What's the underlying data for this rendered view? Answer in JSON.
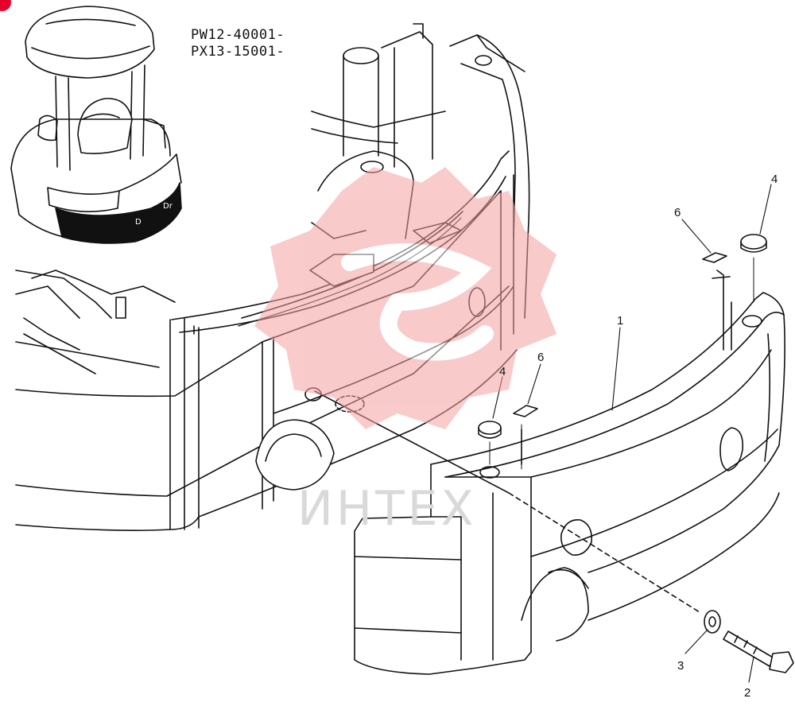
{
  "header": {
    "serial_line_1": "PW12-40001-",
    "serial_line_2": "PX13-15001-"
  },
  "watermark": {
    "text": "ИНТЕХ",
    "color": "#f4a0a0"
  },
  "callouts": [
    {
      "id": "callout-1",
      "label": "1"
    },
    {
      "id": "callout-2",
      "label": "2"
    },
    {
      "id": "callout-3",
      "label": "3"
    },
    {
      "id": "callout-4a",
      "label": "4"
    },
    {
      "id": "callout-4b",
      "label": "4"
    },
    {
      "id": "callout-6a",
      "label": "6"
    },
    {
      "id": "callout-6b",
      "label": "6"
    }
  ],
  "colors": {
    "line": "#111111",
    "accent_dot": "#e8002a",
    "watermark": "#f4a0a0"
  }
}
